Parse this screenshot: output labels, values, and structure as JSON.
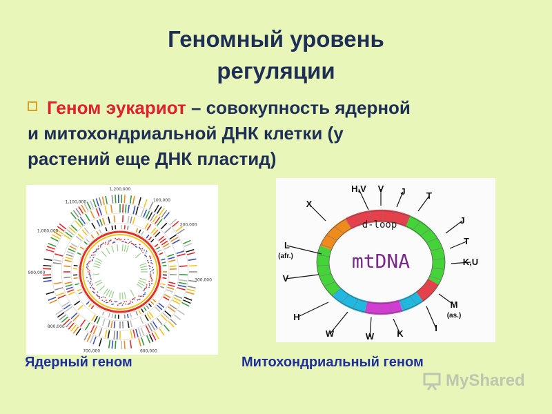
{
  "title": {
    "line1": "Геномный уровень",
    "line2": "регуляции"
  },
  "bullet": {
    "term": "Геном эукариот",
    "dash": "–",
    "line1_rest": "совокупность ядерной",
    "line2": "и митохондриальной ДНК клетки (у",
    "line3": "растений еще ДНК пластид)"
  },
  "captions": {
    "nuclear": "Ядерный геном",
    "mito": "Митохондриальный геном"
  },
  "nuclear_map": {
    "ticks": [
      "1,200,000",
      "100,000",
      "200,000",
      "300,000",
      "1,100,000",
      "1,000,000",
      "900,000",
      "800,000",
      "700,000",
      "600,000"
    ]
  },
  "mito_map": {
    "center_label": "mtDNA",
    "dloop_label": "d-loop",
    "outer_labels": [
      "H,V",
      "V",
      "J",
      "T",
      "X",
      "J",
      "T",
      "L",
      "(afr.)",
      "K,U",
      "V",
      "M",
      "(as.)",
      "H",
      "I",
      "W",
      "W",
      "K"
    ]
  },
  "watermark": {
    "text": "MyShared"
  },
  "colors": {
    "background": "#e8f7b9",
    "title": "#1e2e55",
    "highlight": "#e0202a",
    "caption": "#1c2f9a"
  }
}
